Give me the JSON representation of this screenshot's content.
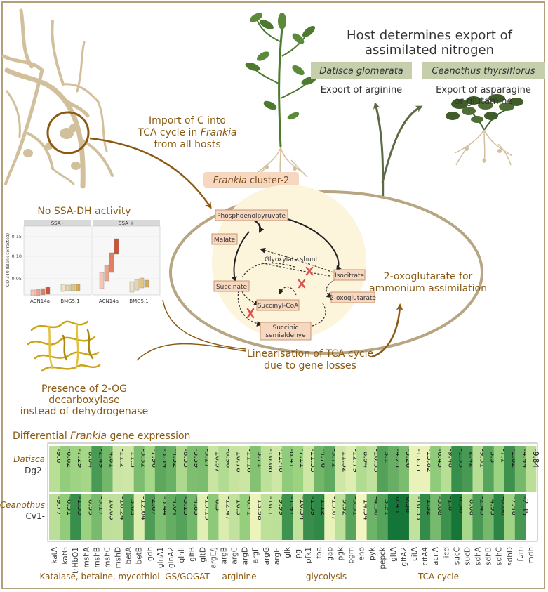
{
  "title_line1": "Host determines export of",
  "title_line2": "assimilated nitrogen",
  "host1": {
    "name": "Datisca glomerata",
    "export": "Export of arginine"
  },
  "host2": {
    "name": "Ceanothus thyrsiflorus",
    "export_line1": "Export of asparagine",
    "export_line2": "or glutamine"
  },
  "import_text": {
    "line1": "Import of C into",
    "line2_prefix": "TCA cycle in ",
    "line2_italic": "Frankia",
    "line3": "from all hosts"
  },
  "cluster_label": {
    "italic": "Frankia",
    "rest": " cluster-2"
  },
  "ssa_title": "No SSA-DH activity",
  "ssa_chart": {
    "panels": [
      "SSA -",
      "SSA +"
    ],
    "ylabel": "OD 340 (blank corrected)",
    "yticks": [
      "0.15",
      "0.10",
      "0.05"
    ],
    "xlabels": [
      "ACN14a",
      "BMG5.1",
      "ACN14a",
      "BMG5.1"
    ]
  },
  "tca": {
    "pep": "Phosphoenolpyruvate",
    "malate": "Malate",
    "glyoxylate": "Glyoxylate shunt",
    "isocitrate": "Isocitrate",
    "succinate": "Succinate",
    "oxoglutarate": "2-oxoglutarate",
    "succinylcoa": "Succinyl-CoA",
    "ssa_line1": "Succinic",
    "ssa_line2": "semialdehye"
  },
  "oxo_text": {
    "line1": "2-oxoglutarate for",
    "line2": "ammonium assimilation"
  },
  "linear_text": {
    "line1": "Linearisation of TCA cycle",
    "line2": "due to gene losses"
  },
  "presence_text": {
    "line1": "Presence of 2-OG",
    "line2": "decarboxylase",
    "line3": "instead of dehydrogenase"
  },
  "heatmap_title": {
    "prefix": "Differential ",
    "italic": "Frankia",
    "suffix": " gene expression"
  },
  "row_labels": [
    {
      "host": "Datisca",
      "code": "Dg2-"
    },
    {
      "host": "Ceanothus",
      "code": "Cv1-"
    }
  ],
  "genes": [
    "katA",
    "katG",
    "trHbO1",
    "mshA",
    "mshB",
    "mshC",
    "mshD",
    "betA",
    "betB",
    "gdh",
    "glnA1",
    "glnA2",
    "glnII",
    "gltB",
    "gltD",
    "argE/J",
    "argB",
    "argC",
    "argD",
    "argF",
    "argG",
    "argH",
    "glk",
    "pgi",
    "pfk1",
    "fba",
    "gap",
    "pgk",
    "pgm",
    "eno",
    "pyk",
    "pepck",
    "gltA",
    "gltA2",
    "citA",
    "citA4",
    "acnA",
    "icd",
    "sucC",
    "sucD",
    "sdhA",
    "sdhB",
    "sdhC",
    "sdhD",
    "fum",
    "mdh"
  ],
  "row1_values": [
    "-9.6",
    "-6.62",
    "-7.29",
    "-8.04",
    "-2.49",
    "-4.81",
    "-11.2",
    "-11.5",
    "-5.32",
    "-7.96",
    "-3.59",
    "-4.32",
    "-8.53",
    "-5.39",
    "-5.27",
    "-10.97",
    "-8.96",
    "-10.78",
    "-11.16",
    "-5.71",
    "-10.08",
    "-11.48",
    "-6.41",
    "-7.11",
    "-11.33",
    "-4.76",
    "-3.72",
    "-11.52",
    "-12.79",
    "-8.94",
    "-10.33",
    "-3.1",
    "-4.23",
    "-5.26",
    "-13.71",
    "-13.82",
    "-6.45",
    "-9.48",
    "-1.53",
    "-2.42",
    "-9.31",
    "-3.3",
    "-7.2",
    "-1.82",
    "-4.99",
    "-9.84"
  ],
  "row2_values": [
    "-9.77",
    "-6.51",
    "-1.53",
    "-6.99",
    "-5.17",
    "-10.03",
    "-10.24",
    "-3.03",
    "-12.64",
    "-2.67",
    "-5.44",
    "-4.04",
    "-3.15",
    "-4.85",
    "-13.13",
    "-6.3",
    "-12.47",
    "-10.3",
    "-6.71",
    "-13.98",
    "-10.1",
    "-9.99",
    "-1.97",
    "-10.34",
    "-1.59",
    "-1.12",
    "-13.67",
    "-9.92",
    "-3.31",
    "-14.54",
    "-4.56",
    "-3.21",
    "0.43",
    "0.38",
    "-10.33",
    "-1.32",
    "-5.08",
    "-1.8",
    "0.36",
    "-8.08",
    "-2.43",
    "-4.95",
    "-0.86",
    "-7.48",
    "-2.35"
  ],
  "categories": [
    "Katalase, betaine, mycothiol",
    "GS/GOGAT",
    "arginine",
    "glycolysis",
    "TCA cycle"
  ]
}
